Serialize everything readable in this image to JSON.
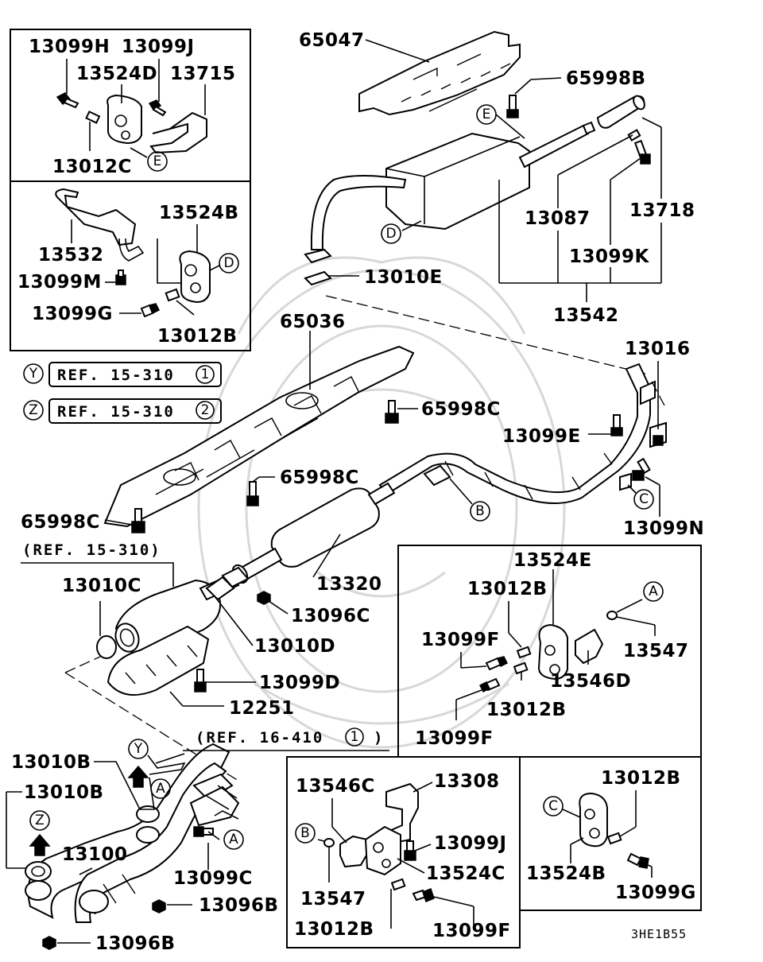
{
  "diagram_code": "3HE1B55",
  "refs": {
    "ref_y": "REF. 15-310",
    "ref_y_num": "1",
    "ref_z": "REF. 15-310",
    "ref_z_num": "2",
    "ref_catalyst": "(REF. 15-310)",
    "ref_front": "(REF. 16-410",
    "ref_front_num": "1",
    "ref_front_close": ")"
  },
  "callouts": {
    "A": "A",
    "B": "B",
    "C": "C",
    "D": "D",
    "E": "E",
    "Y": "Y",
    "Z": "Z"
  },
  "parts": {
    "p13099H": "13099H",
    "p13099J_top": "13099J",
    "p13524D": "13524D",
    "p13715": "13715",
    "p13012C": "13012C",
    "p13524B_box": "13524B",
    "p13532": "13532",
    "p13099M": "13099M",
    "p13099G_box": "13099G",
    "p13012B_box": "13012B",
    "p65047": "65047",
    "p65998B": "65998B",
    "p13087": "13087",
    "p13718": "13718",
    "p13099K": "13099K",
    "p13010E": "13010E",
    "p13542": "13542",
    "p65036": "65036",
    "p13016": "13016",
    "p65998C_a": "65998C",
    "p65998C_b": "65998C",
    "p65998C_c": "65998C",
    "p13099E": "13099E",
    "p13099N": "13099N",
    "p13320": "13320",
    "p13096C": "13096C",
    "p13010C": "13010C",
    "p13010D": "13010D",
    "p13099D": "13099D",
    "p12251": "12251",
    "p13524E": "13524E",
    "p13012B_r1": "13012B",
    "p13099F_r1": "13099F",
    "p13547_r": "13547",
    "p13546D": "13546D",
    "p13012B_r2": "13012B",
    "p13099F_r2": "13099F",
    "p13010B_a": "13010B",
    "p13010B_b": "13010B",
    "p13100": "13100",
    "p13099C": "13099C",
    "p13096B_a": "13096B",
    "p13096B_b": "13096B",
    "p13546C": "13546C",
    "p13308": "13308",
    "p13099J_bot": "13099J",
    "p13524C": "13524C",
    "p13547_b": "13547",
    "p13012B_b": "13012B",
    "p13099F_b": "13099F",
    "p13012B_c": "13012B",
    "p13524B_c": "13524B",
    "p13099G_c": "13099G"
  }
}
